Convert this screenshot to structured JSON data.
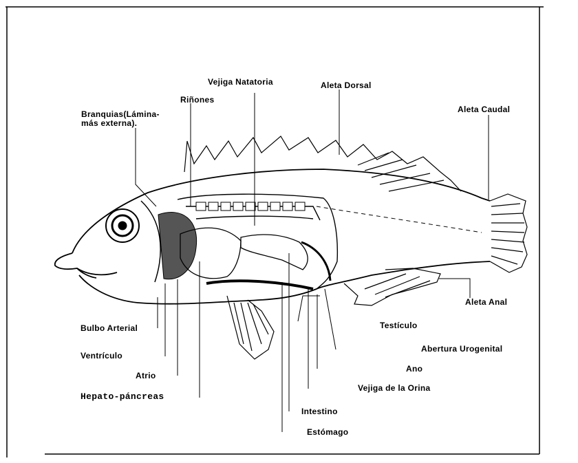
{
  "labels": {
    "vejiga_natatoria": "Vejiga Natatoria",
    "aleta_dorsal": "Aleta Dorsal",
    "rinones": "Riñones",
    "branquias_line1": "Branquias(Lámina-",
    "branquias_line2": "más externa).",
    "aleta_caudal": "Aleta Caudal",
    "aleta_anal": "Aleta Anal",
    "bulbo_arterial": "Bulbo Arterial",
    "testiculo": "Testículo",
    "ventriculo": "Ventrículo",
    "abertura_urogenital": "Abertura Urogenital",
    "atrio": "Atrio",
    "ano": "Ano",
    "hepato_pancreas": "Hepato-páncreas",
    "vejiga_orina": "Vejiga de la Orina",
    "intestino": "Intestino",
    "estomago": "Estómago"
  }
}
